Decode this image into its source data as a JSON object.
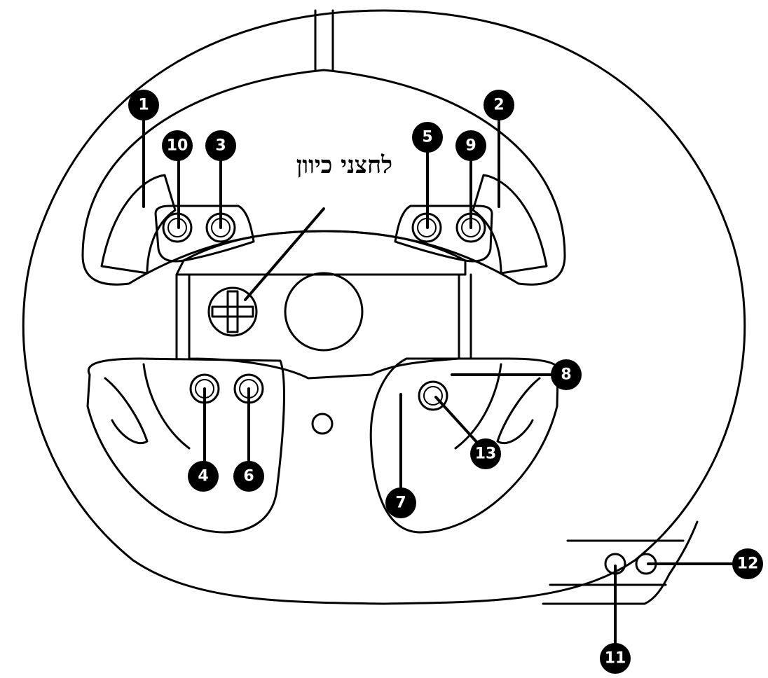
{
  "diagram": {
    "annotation_label": "לחצני כיוון",
    "callouts": [
      {
        "id": "c1",
        "label": "1"
      },
      {
        "id": "c2",
        "label": "2"
      },
      {
        "id": "c3",
        "label": "3"
      },
      {
        "id": "c4",
        "label": "4"
      },
      {
        "id": "c5",
        "label": "5"
      },
      {
        "id": "c6",
        "label": "6"
      },
      {
        "id": "c7",
        "label": "7"
      },
      {
        "id": "c8",
        "label": "8"
      },
      {
        "id": "c9",
        "label": "9"
      },
      {
        "id": "c10",
        "label": "10"
      },
      {
        "id": "c11",
        "label": "11"
      },
      {
        "id": "c12",
        "label": "12"
      },
      {
        "id": "c13",
        "label": "13"
      }
    ]
  }
}
